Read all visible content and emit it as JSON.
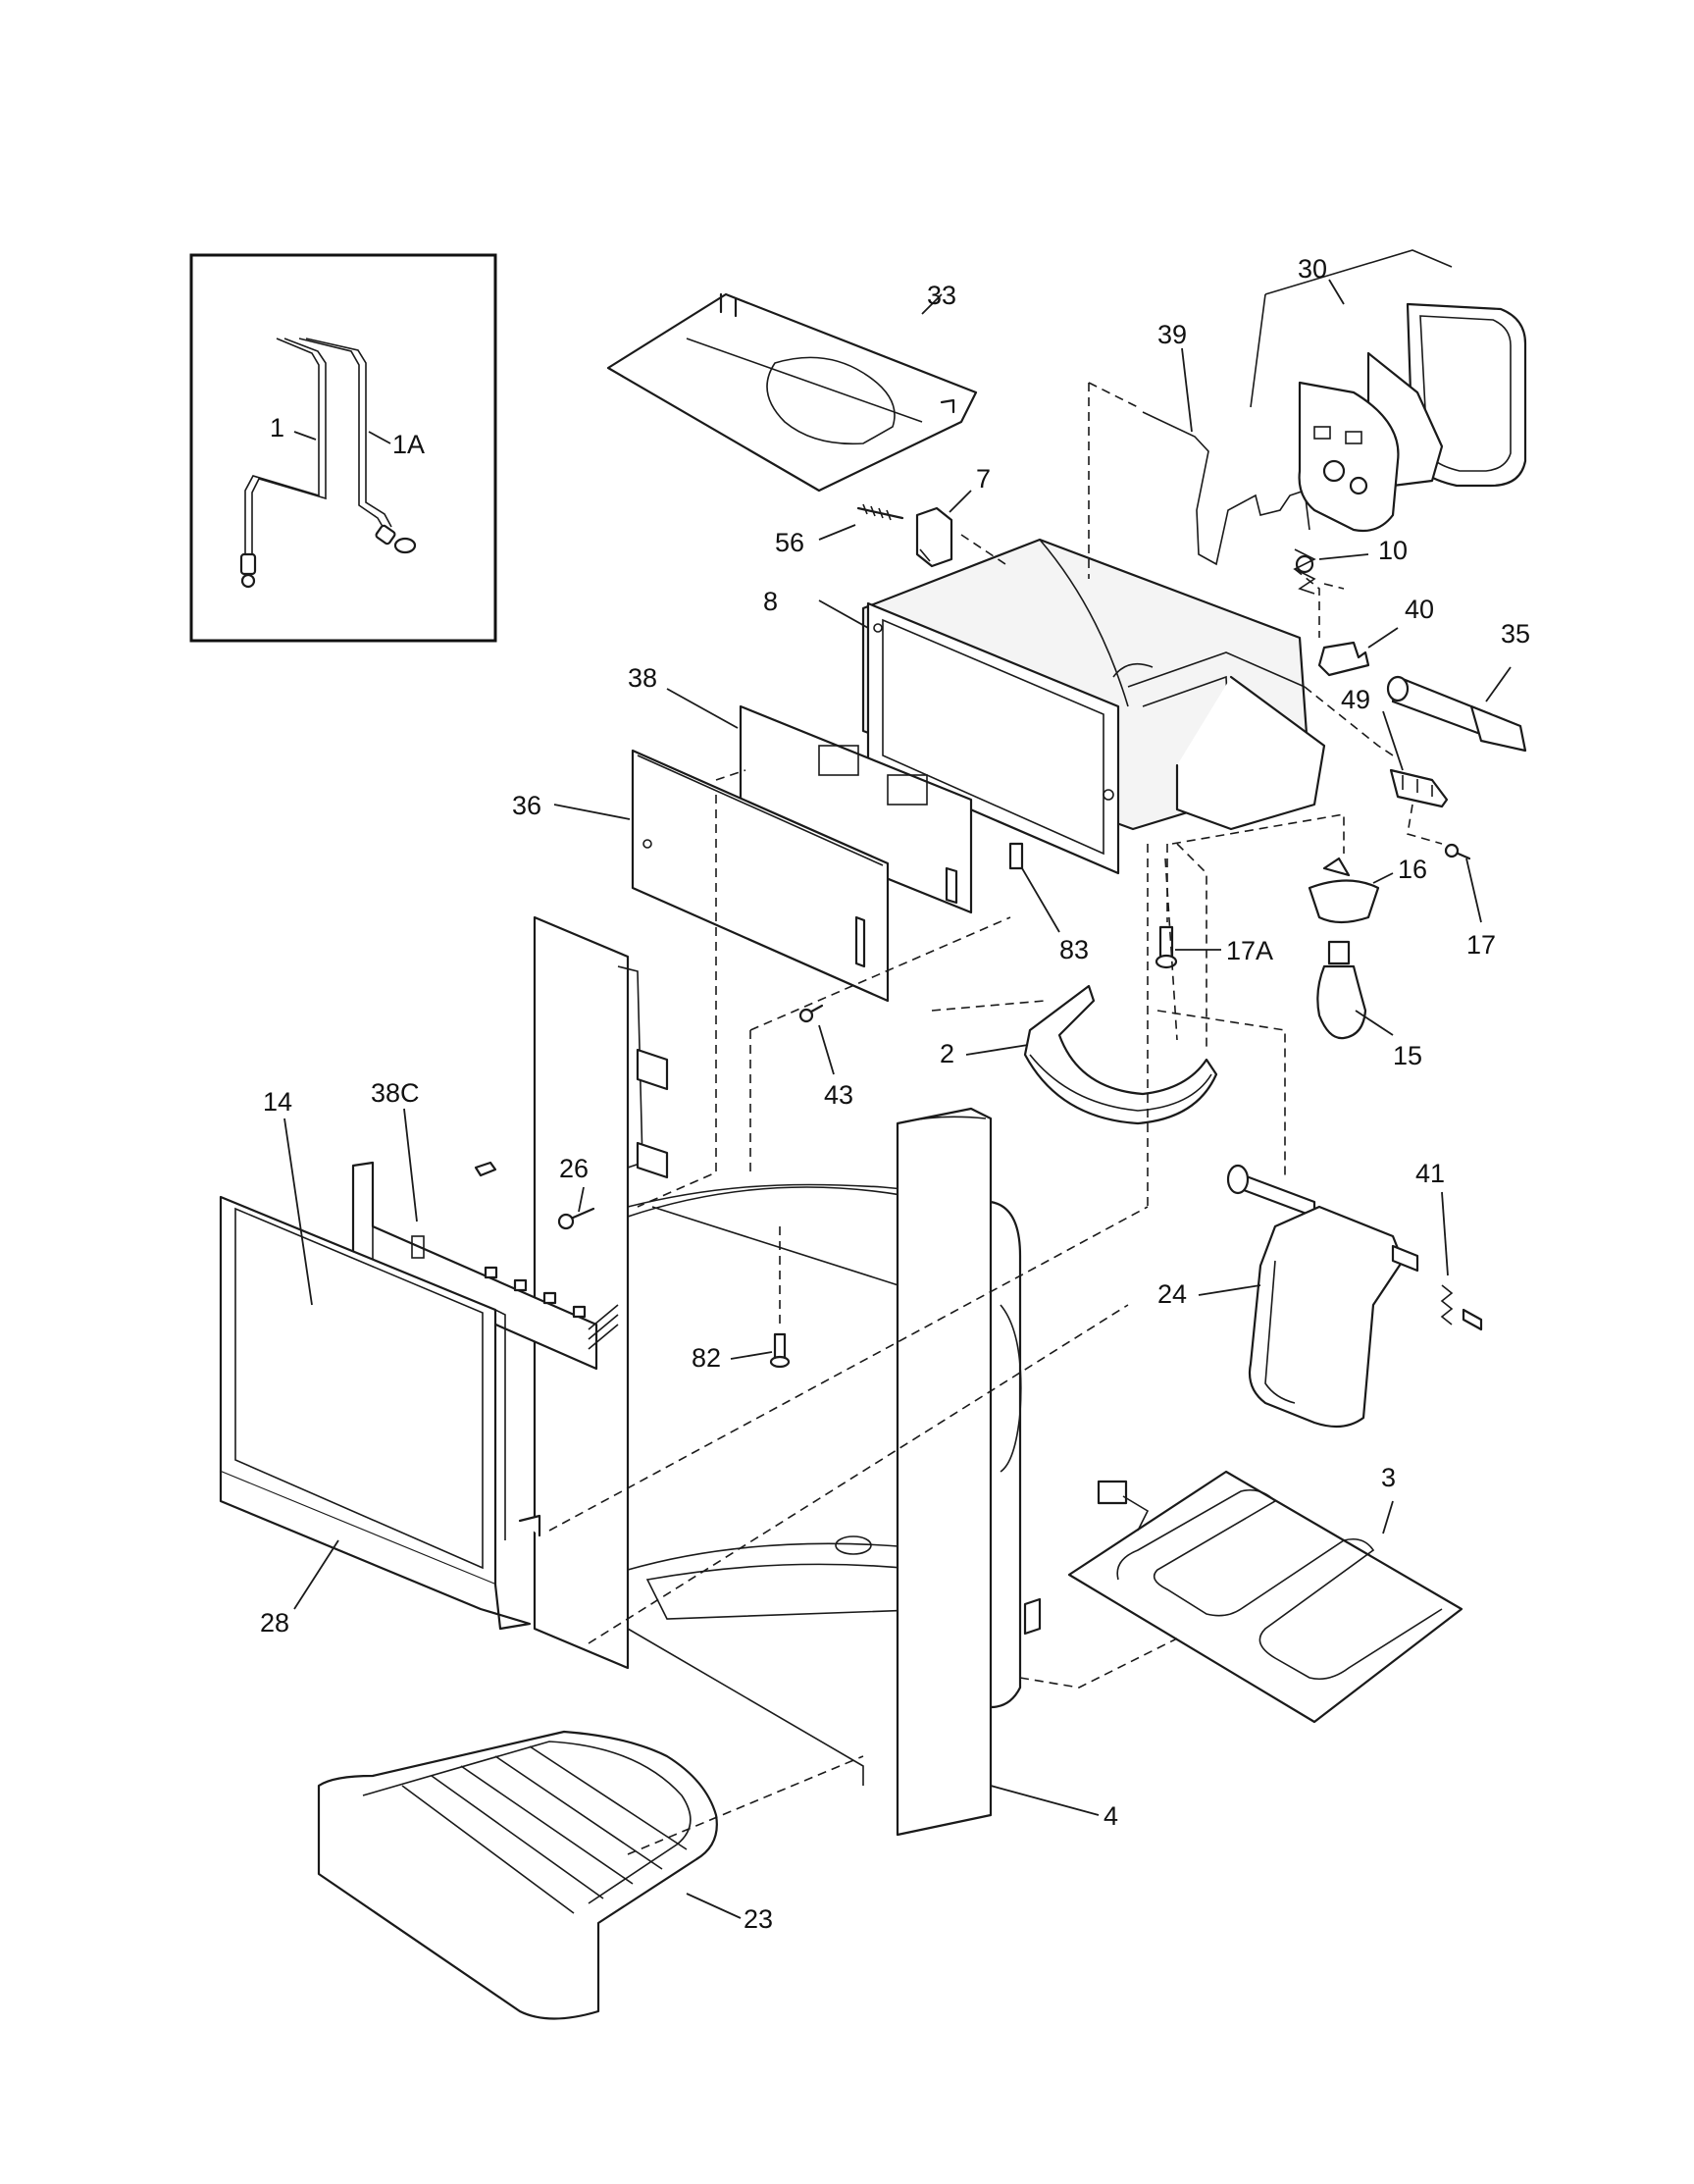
{
  "callouts": {
    "c1": "1",
    "c1A": "1A",
    "c2": "2",
    "c3": "3",
    "c4": "4",
    "c7": "7",
    "c8": "8",
    "c10": "10",
    "c14": "14",
    "c15": "15",
    "c16": "16",
    "c17": "17",
    "c17A": "17A",
    "c23": "23",
    "c24": "24",
    "c26": "26",
    "c28": "28",
    "c30": "30",
    "c33": "33",
    "c35": "35",
    "c36": "36",
    "c38": "38",
    "c38C": "38C",
    "c39": "39",
    "c40": "40",
    "c41": "41",
    "c43": "43",
    "c49": "49",
    "c56": "56",
    "c82": "82",
    "c83": "83"
  }
}
